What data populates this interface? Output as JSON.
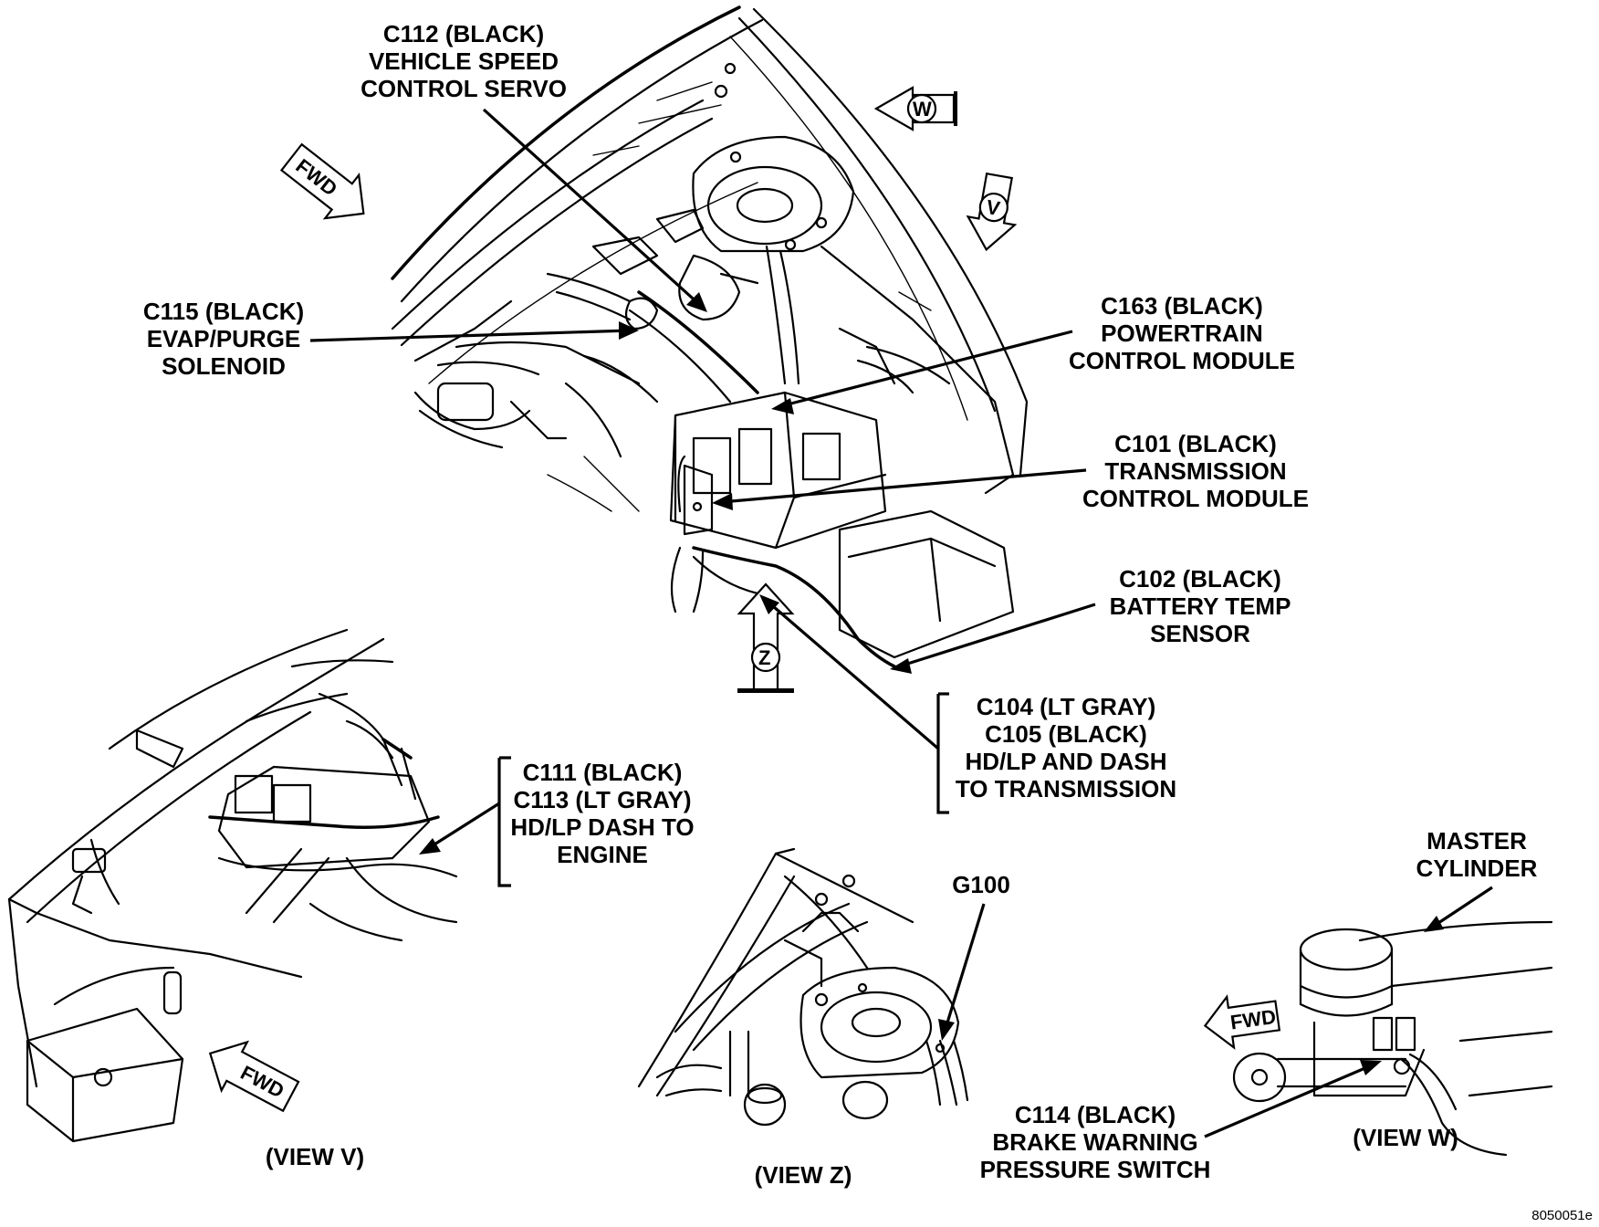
{
  "labels": {
    "c112": [
      "C112 (BLACK)",
      "VEHICLE SPEED",
      "CONTROL SERVO"
    ],
    "c115": [
      "C115 (BLACK)",
      "EVAP/PURGE",
      "SOLENOID"
    ],
    "c163": [
      "C163 (BLACK)",
      "POWERTRAIN",
      "CONTROL MODULE"
    ],
    "c101": [
      "C101 (BLACK)",
      "TRANSMISSION",
      "CONTROL MODULE"
    ],
    "c102": [
      "C102 (BLACK)",
      "BATTERY TEMP",
      "SENSOR"
    ],
    "c104": [
      "C104 (LT GRAY)",
      "C105 (BLACK)",
      "HD/LP AND DASH",
      "TO TRANSMISSION"
    ],
    "c111": [
      "C111 (BLACK)",
      "C113 (LT GRAY)",
      "HD/LP DASH TO",
      "ENGINE"
    ],
    "master": [
      "MASTER",
      "CYLINDER"
    ],
    "g100": "G100",
    "c114": [
      "C114 (BLACK)",
      "BRAKE WARNING",
      "PRESSURE SWITCH"
    ]
  },
  "view_captions": {
    "v": "(VIEW V)",
    "z": "(VIEW Z)",
    "w": "(VIEW W)"
  },
  "direction_markers": {
    "fwd": "FWD",
    "w": "W",
    "v": "V",
    "z": "Z"
  },
  "figure_id": "8050051e"
}
